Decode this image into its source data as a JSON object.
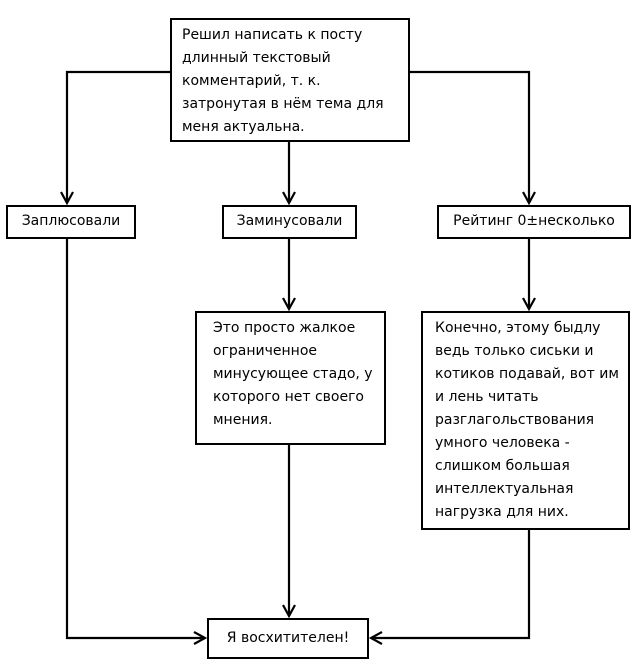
{
  "nodes": {
    "start": "Решил написать к посту длинный текстовый комментарий, т. к. затронутая в нём тема для меня актуальна.",
    "upvoted": "Заплюсовали",
    "downvoted": "Заминусовали",
    "rating_zero": "Рейтинг 0±несколько",
    "herd": "Это просто жалкое ограниченное минусующее стадо, у которого нет своего мнения.",
    "bydlo": "Конечно, этому быдлу ведь только сиськи и котиков подавай, вот им и лень читать разглагольствования умного человека - слишком большая интеллектуальная нагрузка для них.",
    "final": "Я восхитителен!"
  }
}
